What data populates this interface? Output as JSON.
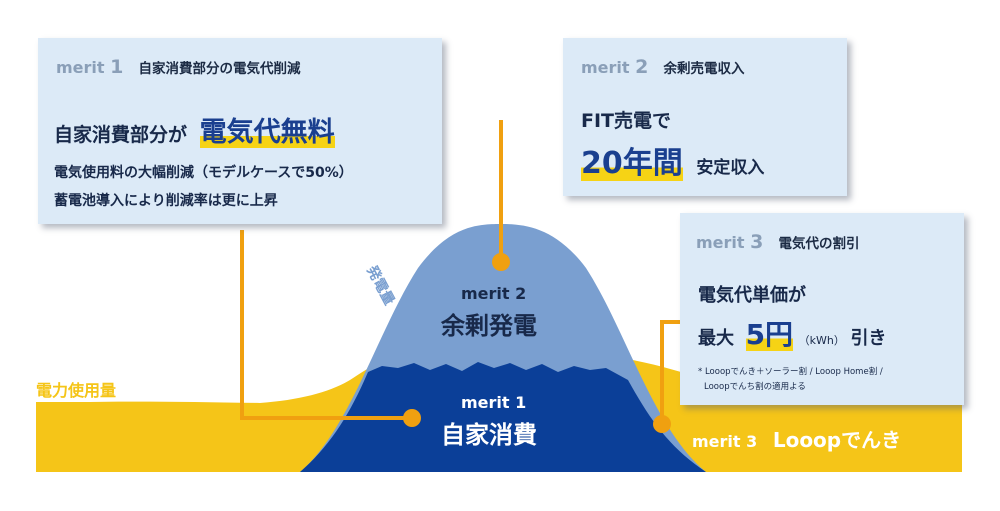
{
  "colors": {
    "yellow": "#f5c518",
    "navy": "#0b3f98",
    "mountain_light": "#7a9fd0",
    "orange": "#f0a010",
    "card_bg": "#dceaf7"
  },
  "usage_label": "電力使用量",
  "generation_label": "発電量",
  "merit1": {
    "tag": "merit",
    "number": "1",
    "title": "自家消費部分の電気代削減",
    "headline_prefix": "自家消費部分が",
    "headline_highlight": "電気代無料",
    "line1": "電気使用料の大幅削減（モデルケースで50%）",
    "line2": "蓄電池導入により削減率は更に上昇"
  },
  "merit2": {
    "tag": "merit",
    "number": "2",
    "title": "余剰売電収入",
    "line1": "FIT売電で",
    "big": "20年間",
    "suffix": "安定収入"
  },
  "merit3": {
    "tag": "merit",
    "number": "3",
    "title": "電気代の割引",
    "line1": "電気代単価が",
    "prefix": "最大",
    "big": "5円",
    "unit": "（kWh）",
    "suffix": "引き",
    "note1": "* Looopでんき＋ソーラー割 / Looop Home割 /",
    "note2": "Looopでんち割の適用よる"
  },
  "mountain": {
    "merit2_tag": "merit 2",
    "merit2_label": "余剰発電",
    "merit1_tag": "merit 1",
    "merit1_label": "自家消費"
  },
  "bottom": {
    "merit3_tag": "merit 3",
    "merit3_label": "Looopでんき"
  }
}
